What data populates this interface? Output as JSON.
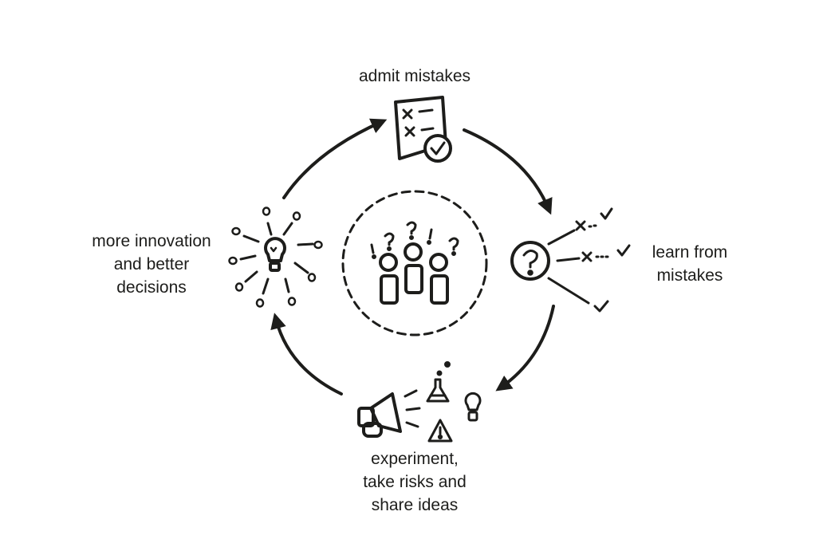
{
  "colors": {
    "ink": "#1d1d1b",
    "background": "#ffffff"
  },
  "stages": [
    {
      "id": "top",
      "icon": "checklist-icon",
      "lines": [
        "admit mistakes"
      ]
    },
    {
      "id": "right",
      "icon": "question-icon",
      "lines": [
        "learn from",
        "mistakes"
      ]
    },
    {
      "id": "bottom",
      "icon": "megaphone-icon",
      "lines": [
        "experiment,",
        "take risks and",
        "share ideas"
      ]
    },
    {
      "id": "left",
      "icon": "lightbulb-icon",
      "lines": [
        "more innovation",
        "and better",
        "decisions"
      ]
    }
  ],
  "center": {
    "icon": "team-questions-icon"
  }
}
